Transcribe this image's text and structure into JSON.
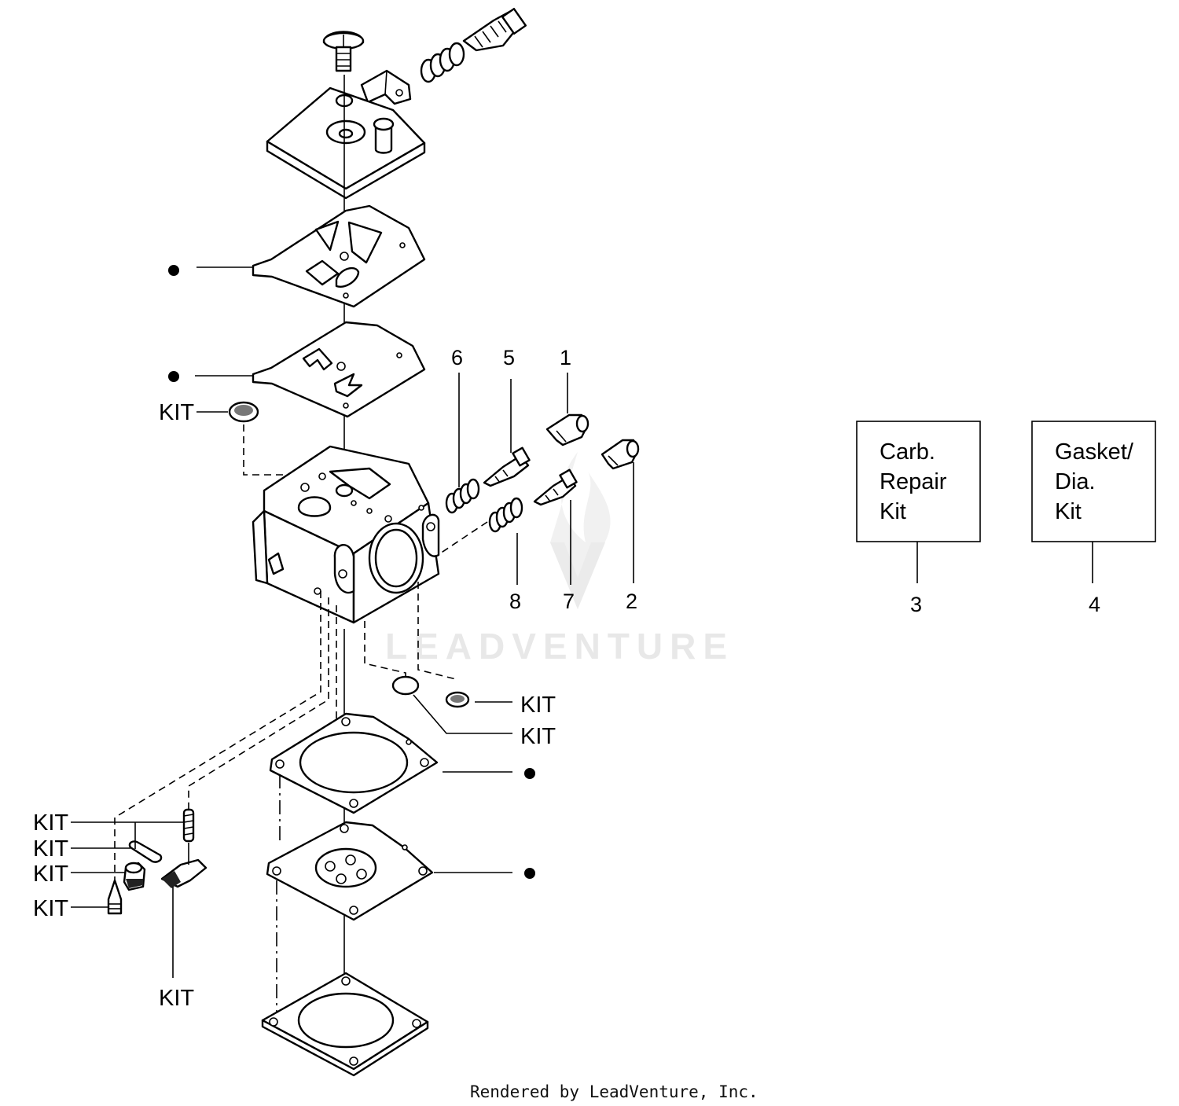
{
  "callouts": {
    "n1": "1",
    "n2": "2",
    "n3": "3",
    "n4": "4",
    "n5": "5",
    "n6": "6",
    "n7": "7",
    "n8": "8",
    "kit": "KIT"
  },
  "kit_boxes": {
    "carb_repair": [
      "Carb.",
      "Repair",
      "Kit"
    ],
    "gasket_dia": [
      "Gasket/",
      "Dia.",
      "Kit"
    ]
  },
  "watermark": "LEADVENTURE",
  "footer": "Rendered by LeadVenture, Inc."
}
